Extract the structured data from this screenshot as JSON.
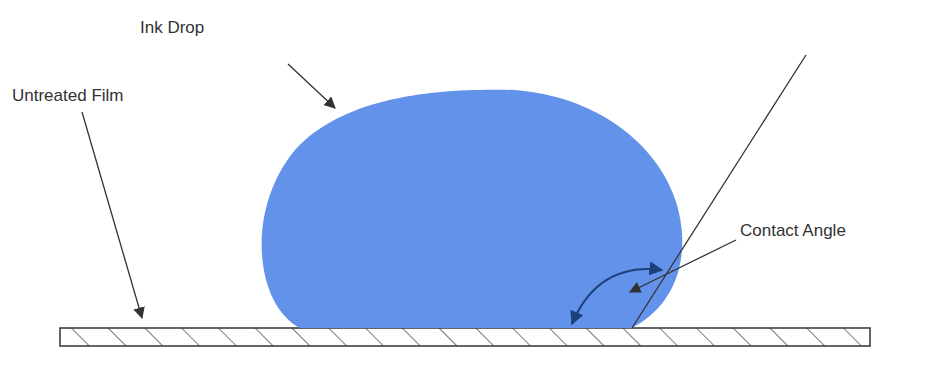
{
  "diagram": {
    "labels": [
      "Ink Drop",
      "Untreated Film",
      "Contact Angle"
    ]
  }
}
